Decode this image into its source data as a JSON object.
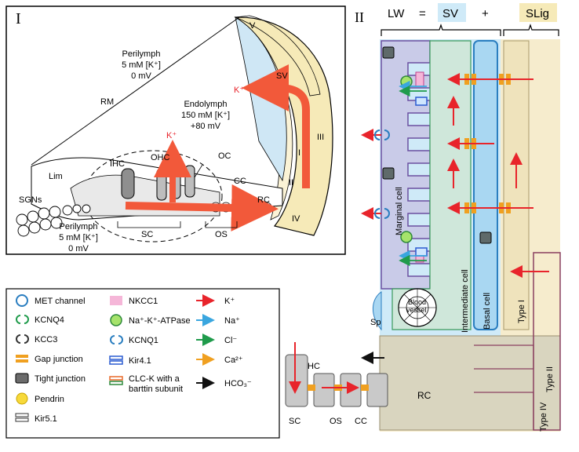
{
  "panel1": {
    "numeral": "I",
    "perilymph_top": [
      "Perilymph",
      "5 mM [K⁺]",
      "0 mV"
    ],
    "endolymph": [
      "Endolymph",
      "150 mM [K⁺]",
      "+80 mV"
    ],
    "perilymph_bottom": [
      "Perilymph",
      "5 mM [K⁺]",
      "0 mV"
    ],
    "rm": "RM",
    "lim": "Lim",
    "sgns": "SGNs",
    "ihc": "IHC",
    "ohc": "OHC",
    "oc": "OC",
    "cc": "CC",
    "rc": "RC",
    "sc": "SC",
    "os": "OS",
    "sv": "SV",
    "k_arrow_1": "K⁺",
    "k_arrow_2": "K⁺",
    "regions": [
      "I",
      "II",
      "III",
      "IV",
      "V"
    ]
  },
  "panel2": {
    "numeral": "II",
    "header": {
      "lw": "LW",
      "eq": "=",
      "sv": "SV",
      "plus": "+",
      "slig": "SLig"
    },
    "marginal_cell": "Marginal cell",
    "intermediate_cell": "Intermediate cell",
    "basal_cell": "Basal cell",
    "type_i": "Type I",
    "type_ii": "Type II",
    "type_iv": "Type IV",
    "blood_vessel": "Blood vessel",
    "sp": "Sp",
    "rc": "RC",
    "hc": "HC",
    "sc": "SC",
    "os": "OS",
    "cc": "CC"
  },
  "legend": {
    "col1": [
      "MET channel",
      "KCNQ4",
      "KCC3",
      "Gap junction",
      "Tight junction",
      "Pendrin",
      "Kir5.1"
    ],
    "col2": [
      "NKCC1",
      "Na⁺-K⁺-ATPase",
      "KCNQ1",
      "Kir4.1",
      "CLC-K with a",
      "barttin subunit"
    ],
    "col3": [
      "K⁺",
      "Na⁺",
      "Cl⁻",
      "Ca²⁺",
      "HCO₃⁻"
    ],
    "colors": {
      "k": "#e8242b",
      "na": "#3aa6df",
      "cl": "#1f9b4b",
      "ca": "#f0a020",
      "hco3": "#111111"
    }
  }
}
